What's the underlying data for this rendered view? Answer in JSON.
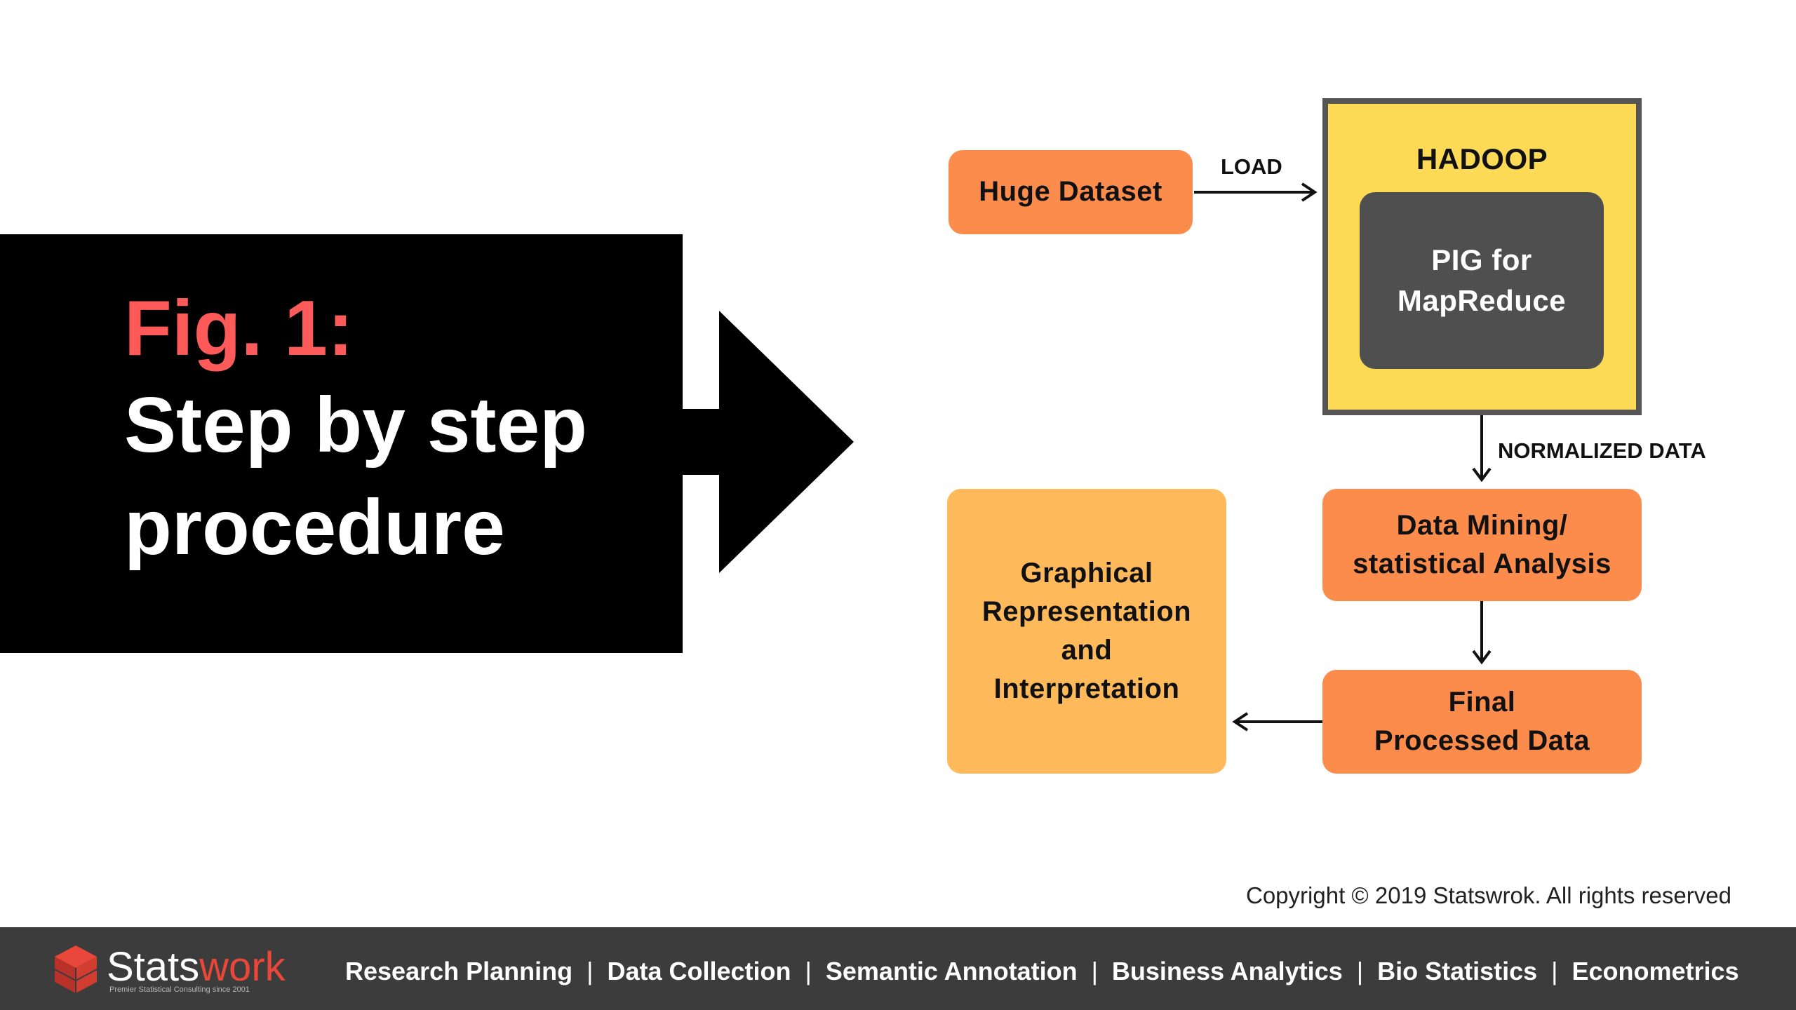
{
  "title": {
    "fig_label": "Fig. 1:",
    "line1": "Step by step",
    "line2": "procedure",
    "fig_label_color": "#ff5a5a"
  },
  "diagram": {
    "huge_dataset": "Huge Dataset",
    "load_label": "LOAD",
    "hadoop_label": "HADOOP",
    "pig_line1": "PIG for",
    "pig_line2": "MapReduce",
    "normalized_label": "NORMALIZED DATA",
    "mining_line1": "Data Mining/",
    "mining_line2": "statistical Analysis",
    "final_line1": "Final",
    "final_line2": "Processed Data",
    "graph_line1": "Graphical",
    "graph_line2": "Representation",
    "graph_line3": "and",
    "graph_line4": "Interpretation"
  },
  "colors": {
    "orange": "#fb8c4c",
    "light_orange": "#fdb95a",
    "hadoop_yellow": "#fcda56",
    "pig_gray": "#4f4f4f",
    "footer_bg": "#3c3c3c"
  },
  "copyright": "Copyright © 2019 Statswrok. All rights reserved",
  "footer": {
    "logo_text_part1": "Stats",
    "logo_text_part2": "work",
    "logo_tagline": "Premier Statistical Consulting since 2001",
    "logo_icon": "cube-logo-icon",
    "nav": [
      "Research Planning",
      "Data Collection",
      "Semantic Annotation",
      "Business Analytics",
      "Bio Statistics",
      "Econometrics"
    ],
    "separator": "|"
  }
}
